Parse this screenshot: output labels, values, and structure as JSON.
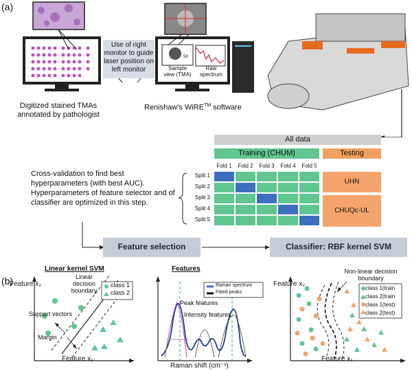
{
  "panels": {
    "a": "(a)",
    "b": "(b)"
  },
  "top": {
    "left_caption": "Digitized stained TMAs annotated by pathologist",
    "monitor_note": "Use of right monitor to guide laser position on left monitor",
    "sample_view": "Sample view (TMA)",
    "raw_spectrum": "Raw spectrum",
    "zoom": "5X",
    "software_caption": "Renishaw's WiRE",
    "software_tm": "TM",
    "software_suffix": " software"
  },
  "cv_text": "Cross-validation to find best hyperparameters (with best AUC). Hyperparameters of feature selector and of classifier are optimized in this step.",
  "table": {
    "all_data": "All data",
    "training": "Training (CHUM)",
    "testing": "Testing",
    "folds": [
      "Fold 1",
      "Fold 2",
      "Fold 3",
      "Fold 4",
      "Fold 5"
    ],
    "splits": [
      "Split 1",
      "Split 2",
      "Split 3",
      "Split 4",
      "Split 5"
    ],
    "test_sets": [
      "UHN",
      "CHUQc-UL"
    ]
  },
  "stages": {
    "feature_selection": "Feature selection",
    "classifier": "Classifier: RBF kernel SVM"
  },
  "svm_linear": {
    "title": "Linear kernel SVM",
    "boundary": "Linear decision boundary",
    "support": "Support vectors",
    "margin": "Margin",
    "xlabel": "Feature x₁",
    "ylabel": "Feature x₂",
    "legend": [
      "class 1",
      "class 2"
    ]
  },
  "features": {
    "title": "Features",
    "legend": [
      "Raman spectrum",
      "Fitted peaks"
    ],
    "peak": "Peak features",
    "intensity": "Intensity features",
    "xlabel": "Raman shift (cm⁻¹)"
  },
  "svm_rbf": {
    "boundary": "Non-linear decision boundary",
    "xlabel": "Feature x₁",
    "ylabel": "Feature x₂",
    "legend": [
      "class 1(train",
      "class 2(train",
      "class 1(test)",
      "class 2(test)"
    ]
  },
  "colors": {
    "green": "#5fc690",
    "orange": "#f4a46a",
    "blue": "#3d6fbd",
    "grey": "#c3ccd7"
  }
}
